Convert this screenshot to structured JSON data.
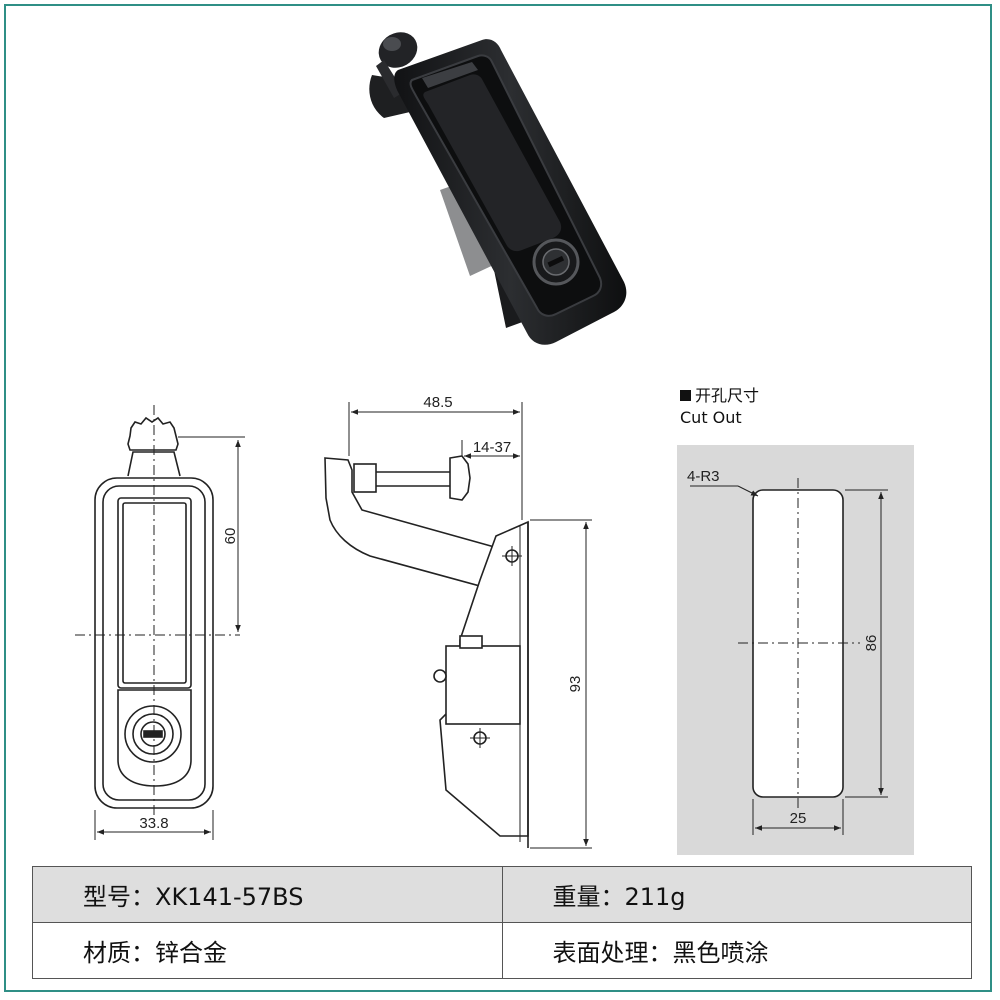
{
  "dimensions": {
    "front_width": "33.8",
    "front_height": "60",
    "side_length": "48.5",
    "side_adjust": "14-37",
    "side_height": "93",
    "cut_radius": "4-R3",
    "cut_height": "86",
    "cut_width": "25"
  },
  "cutout": {
    "title_cn": "开孔尺寸",
    "title_en": "Cut Out"
  },
  "specs": {
    "model": "型号：XK141-57BS",
    "weight": "重量：211g",
    "material": "材质：锌合金",
    "finish": "表面处理：黑色喷涂"
  },
  "colors": {
    "frame": "#2f8f86",
    "cutout_bg": "#d9d9d9",
    "product_black": "#1b1c1e",
    "table_header_bg": "#dedede"
  }
}
